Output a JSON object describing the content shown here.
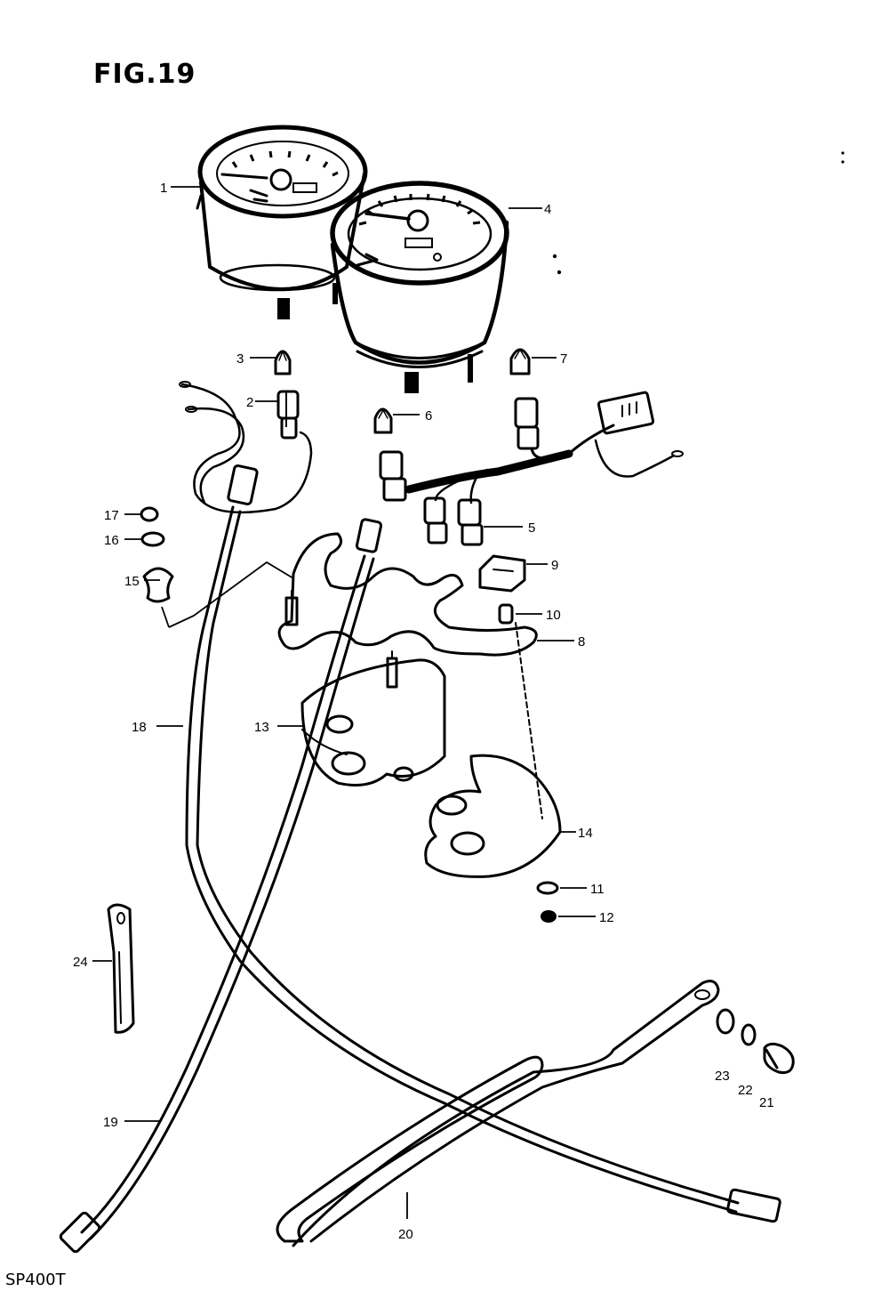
{
  "figure": {
    "title": "FIG.19",
    "model": "SP400T"
  },
  "callouts": [
    "1",
    "2",
    "3",
    "4",
    "5",
    "6",
    "7",
    "8",
    "9",
    "10",
    "11",
    "12",
    "13",
    "14",
    "15",
    "16",
    "17",
    "18",
    "19",
    "20",
    "21",
    "22",
    "23",
    "24"
  ]
}
